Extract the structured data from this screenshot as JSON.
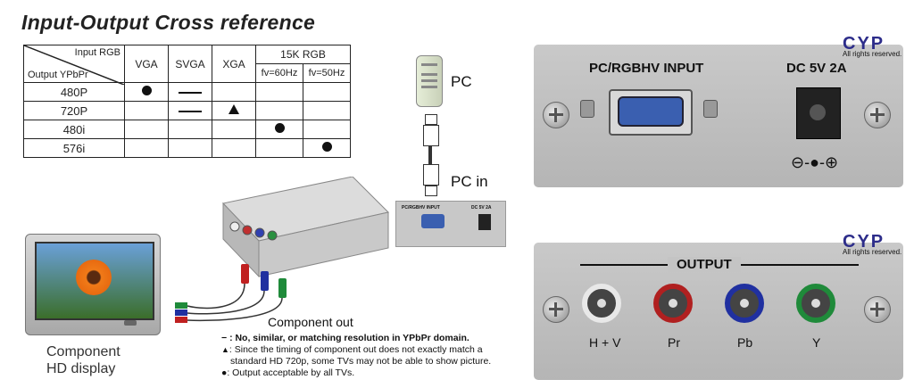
{
  "title": "Input-Output Cross reference",
  "table": {
    "corner_input": "Input RGB",
    "corner_output": "Output YPbPr",
    "columns": [
      "VGA",
      "SVGA",
      "XGA"
    ],
    "group_header": "15K RGB",
    "sub_columns": [
      "fv=60Hz",
      "fv=50Hz"
    ],
    "rows": [
      {
        "label": "480P",
        "cells": [
          "dot",
          "dash",
          "",
          "",
          ""
        ]
      },
      {
        "label": "720P",
        "cells": [
          "",
          "dash",
          "tri",
          "",
          ""
        ]
      },
      {
        "label": "480i",
        "cells": [
          "",
          "",
          "",
          "dot",
          ""
        ]
      },
      {
        "label": "576i",
        "cells": [
          "",
          "",
          "",
          "",
          "dot"
        ]
      }
    ]
  },
  "diagram": {
    "pc_label": "PC",
    "pc_in_label": "PC in",
    "component_out_label": "Component out",
    "display_label_line1": "Component",
    "display_label_line2": "HD display",
    "small_panel_input": "PC/RGBHV INPUT",
    "small_panel_dc": "DC 5V 2A"
  },
  "legend": {
    "dash": ": No, similar, or matching resolution in YPbPr domain.",
    "tri_line1": ": Since the timing of component out does not exactly match a",
    "tri_line2": "standard HD 720p, some TVs may not be able to show picture.",
    "dot": ": Output acceptable by all TVs."
  },
  "input_panel": {
    "brand": "CYP",
    "rights": "All rights reserved.",
    "input_label": "PC/RGBHV INPUT",
    "dc_label": "DC 5V 2A",
    "polarity": "⊖-●-⊕"
  },
  "output_panel": {
    "brand": "CYP",
    "rights": "All rights reserved.",
    "output_label": "OUTPUT",
    "jacks": [
      {
        "label": "H + V",
        "color": "#e8e8e8"
      },
      {
        "label": "Pr",
        "color": "#b02020"
      },
      {
        "label": "Pb",
        "color": "#2030a0"
      },
      {
        "label": "Y",
        "color": "#1f8a3a"
      }
    ]
  }
}
